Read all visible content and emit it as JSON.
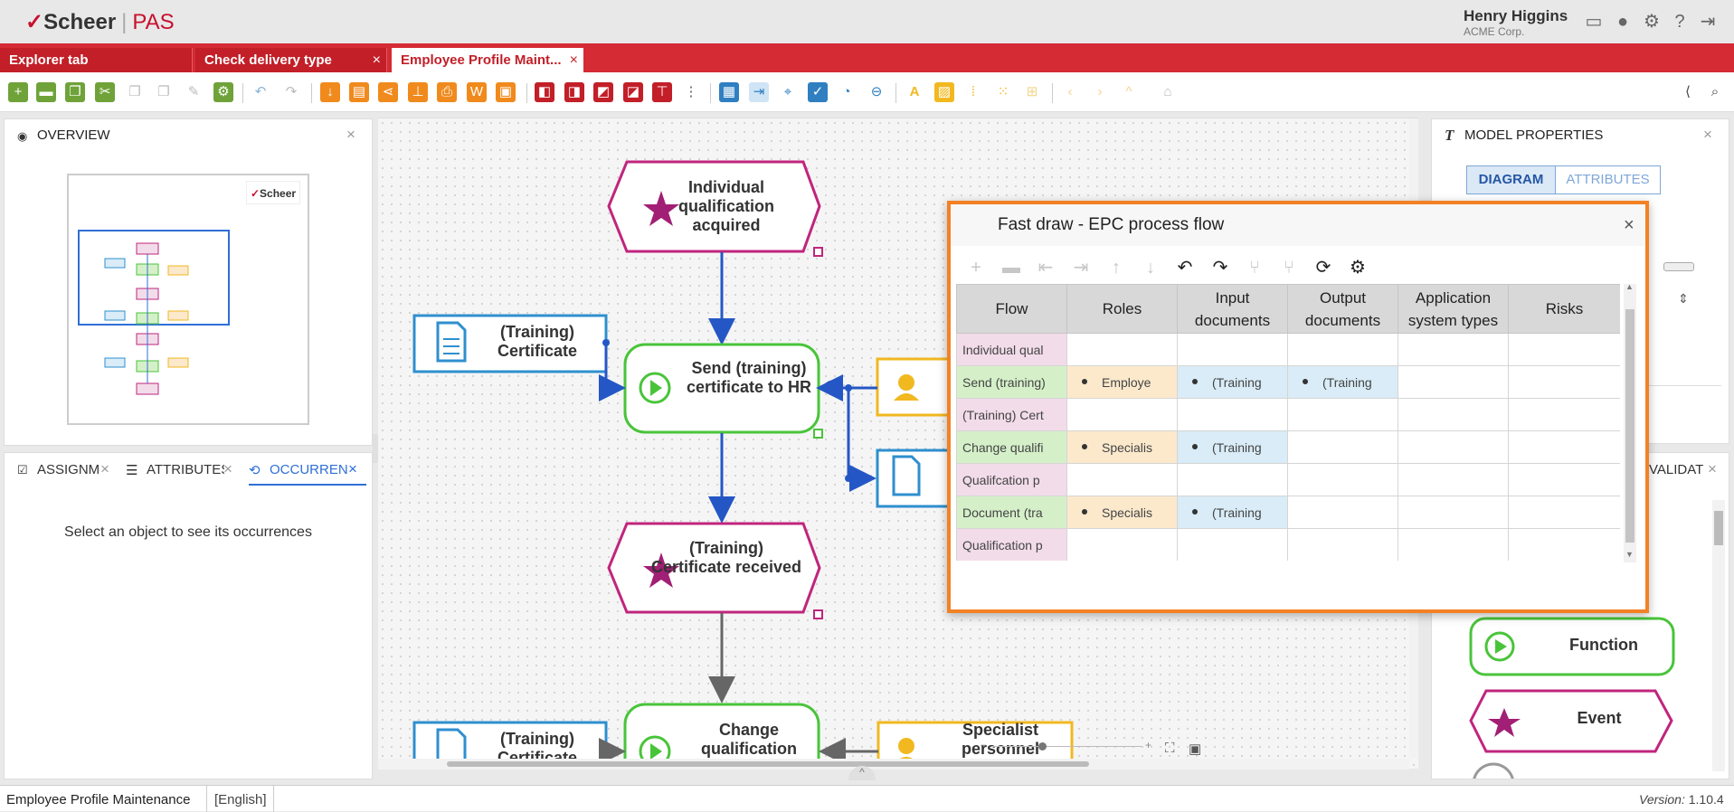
{
  "app": {
    "logo_brand": "Scheer",
    "logo_product": "PAS",
    "user_name": "Henry Higgins",
    "user_company": "ACME Corp."
  },
  "tabs": [
    {
      "label": "Explorer tab",
      "closable": false
    },
    {
      "label": "Check delivery type",
      "closable": true
    },
    {
      "label": "Employee Profile Maint...",
      "closable": true,
      "active": true
    }
  ],
  "overview": {
    "title": "OVERVIEW",
    "thumb_logo": "Scheer"
  },
  "lower_left": {
    "tabs": [
      "ASSIGNM",
      "ATTRIBUTES",
      "OCCURRENC"
    ],
    "message": "Select an object to see its occurrences"
  },
  "model_properties": {
    "title": "MODEL PROPERTIES",
    "tab_diagram": "DIAGRAM",
    "tab_attributes": "ATTRIBUTES",
    "validate_label": "VALIDAT"
  },
  "palette": {
    "function_label": "Function",
    "event_label": "Event"
  },
  "diagram": {
    "event1": "Individual qualification acquired",
    "function1": "Send (training) certificate to HR",
    "doc1": "(Training) Certificate",
    "event2": "(Training) Certificate received",
    "function2": "Change qualification profile",
    "doc2": "(Training) Certificate",
    "role2": "Specialist personnel development"
  },
  "dialog": {
    "title_a": "Fast draw",
    "title_b": " - EPC process flow",
    "columns": [
      "Flow",
      "Roles",
      "Input documents",
      "Output documents",
      "Application system types",
      "Risks"
    ],
    "rows": [
      {
        "flow": "Individual qual",
        "type": "event",
        "roles": "",
        "inputs": "",
        "outputs": ""
      },
      {
        "flow": "Send (training)",
        "type": "function",
        "roles": "Employe",
        "inputs": "(Training",
        "outputs": "(Training"
      },
      {
        "flow": "(Training) Cert",
        "type": "event",
        "roles": "",
        "inputs": "",
        "outputs": ""
      },
      {
        "flow": "Change qualifi",
        "type": "function",
        "roles": "Specialis",
        "inputs": "(Training",
        "outputs": ""
      },
      {
        "flow": "Qualifcation p",
        "type": "event",
        "roles": "",
        "inputs": "",
        "outputs": ""
      },
      {
        "flow": "Document (tra",
        "type": "function",
        "roles": "Specialis",
        "inputs": "(Training",
        "outputs": ""
      },
      {
        "flow": "Qualification p",
        "type": "event",
        "roles": "",
        "inputs": "",
        "outputs": ""
      }
    ]
  },
  "statusbar": {
    "model_name": "Employee Profile Maintenance",
    "language": "[English]",
    "version_label": "Version:",
    "version_value": "1.10.4"
  },
  "colors": {
    "brand_red": "#d52b34",
    "dialog_border": "#f38124",
    "function_green": "#49c43a",
    "event_magenta": "#c0257d",
    "document_blue": "#2e8fcf",
    "role_orange": "#f1b820"
  }
}
